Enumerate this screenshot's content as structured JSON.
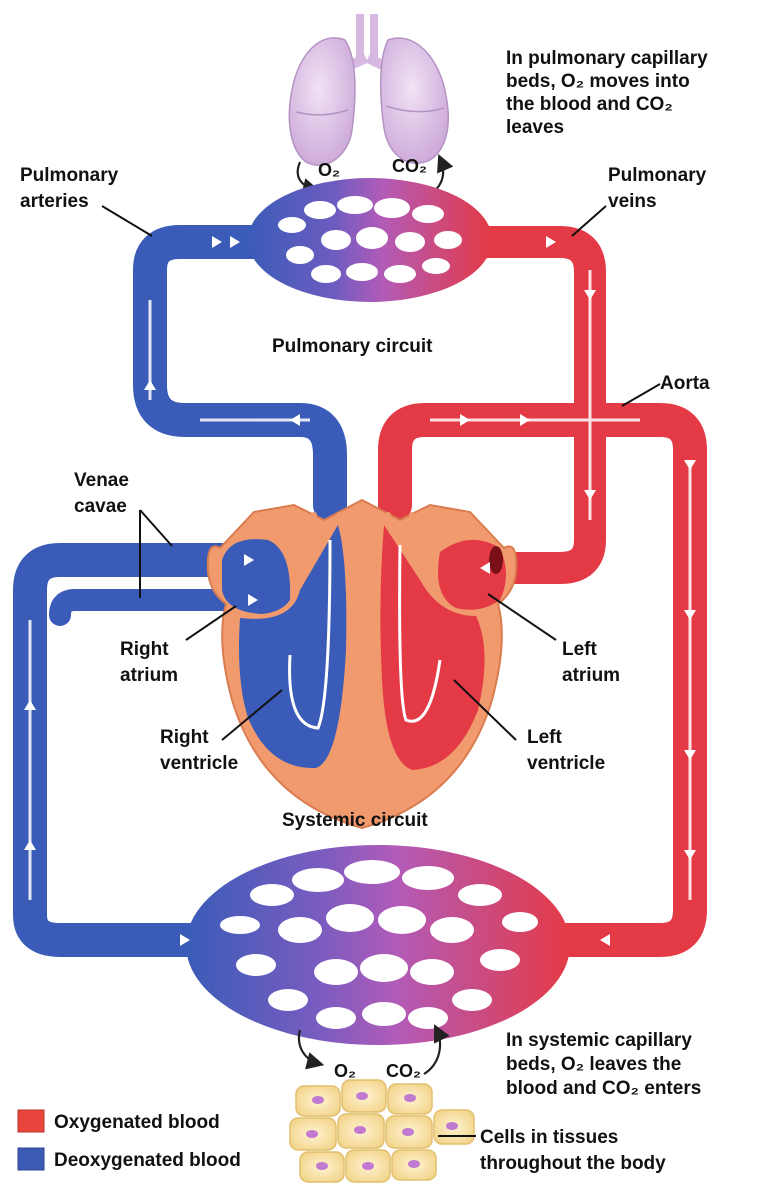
{
  "labels": {
    "pulmonary_capillary_note": [
      "In pulmonary capillary",
      "beds, O₂ moves into",
      "the blood and CO₂",
      "leaves"
    ],
    "pulmonary_arteries": [
      "Pulmonary",
      "arteries"
    ],
    "pulmonary_veins": [
      "Pulmonary",
      "veins"
    ],
    "o2_top": "O₂",
    "co2_top": "CO₂",
    "pulmonary_circuit": "Pulmonary circuit",
    "aorta": "Aorta",
    "venae_cavae": [
      "Venae",
      "cavae"
    ],
    "right_atrium": [
      "Right",
      "atrium"
    ],
    "left_atrium": [
      "Left",
      "atrium"
    ],
    "right_ventricle": [
      "Right",
      "ventricle"
    ],
    "left_ventricle": [
      "Left",
      "ventricle"
    ],
    "systemic_circuit": "Systemic circuit",
    "systemic_capillary_note": [
      "In systemic capillary",
      "beds, O₂ leaves the",
      "blood and CO₂ enters"
    ],
    "o2_bottom": "O₂",
    "co2_bottom": "CO₂",
    "cells_in_tissues": [
      "Cells in tissues",
      "throughout the body"
    ]
  },
  "legend": {
    "oxygenated": {
      "label": "Oxygenated blood",
      "color": "#e8453c"
    },
    "deoxygenated": {
      "label": "Deoxygenated blood",
      "color": "#3b5bb5"
    }
  },
  "colors": {
    "blue_vessel": "#3a5cb8",
    "red_vessel": "#e43a45",
    "purple_capillary": "#a45ab0",
    "heart_wall": "#f09a6e",
    "lungs": "#dcc0e6",
    "cells": "#f5dc9a"
  }
}
